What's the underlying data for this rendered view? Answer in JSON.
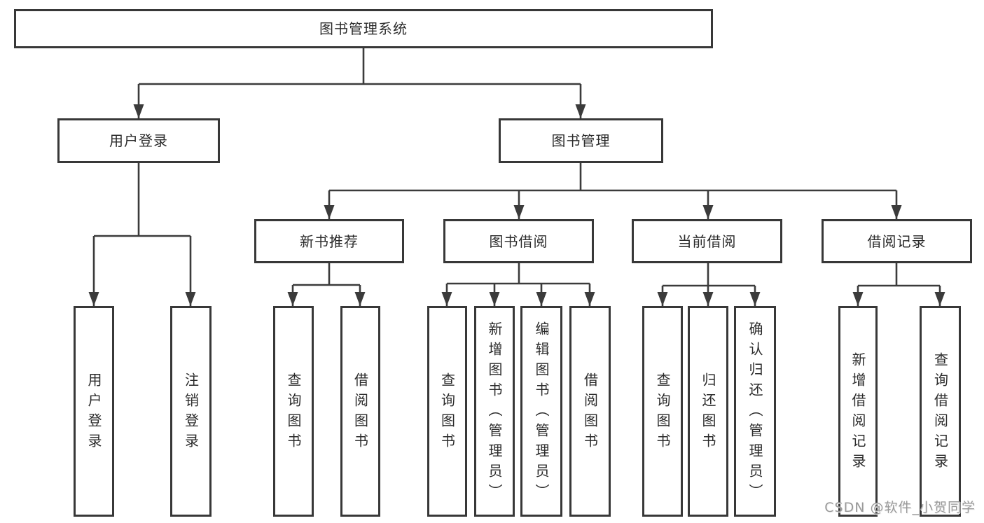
{
  "page": {
    "background": "#ffffff",
    "watermark": "CSDN @软件_小贺同学"
  },
  "colors": {
    "line": "#3b3b3b",
    "node_border": "#383838",
    "node_background": "#ffffff",
    "text": "#2b2b2b",
    "watermark_text": "#9a9a9a"
  },
  "diagram": {
    "type": "hierarchy-tree",
    "title": "图书管理系统"
  },
  "nodes": {
    "root": {
      "label": "图书管理系统",
      "children": [
        "user_login",
        "book_management"
      ]
    },
    "user_login": {
      "label": "用户登录",
      "children": [
        "user_login_leaf",
        "logout"
      ]
    },
    "book_management": {
      "label": "图书管理",
      "children": [
        "new_book_rec",
        "book_borrow",
        "current_borrow",
        "borrow_records"
      ]
    },
    "user_login_leaf": {
      "label": "用户登录",
      "children": []
    },
    "logout": {
      "label": "注销登录",
      "children": []
    },
    "new_book_rec": {
      "label": "新书推荐",
      "children": [
        "nbr_query_books",
        "nbr_borrow_books"
      ]
    },
    "book_borrow": {
      "label": "图书借阅",
      "children": [
        "bb_query_books",
        "bb_add_books",
        "bb_edit_books",
        "bb_borrow_books"
      ]
    },
    "current_borrow": {
      "label": "当前借阅",
      "children": [
        "cb_query_books",
        "cb_return_books",
        "cb_confirm_return"
      ]
    },
    "borrow_records": {
      "label": "借阅记录",
      "children": [
        "br_add_record",
        "br_query_record"
      ]
    },
    "nbr_query_books": {
      "label": "查询图书",
      "children": []
    },
    "nbr_borrow_books": {
      "label": "借阅图书",
      "children": []
    },
    "bb_query_books": {
      "label": "查询图书",
      "children": []
    },
    "bb_add_books": {
      "label": "新增图书（管理员）",
      "children": []
    },
    "bb_edit_books": {
      "label": "编辑图书（管理员）",
      "children": []
    },
    "bb_borrow_books": {
      "label": "借阅图书",
      "children": []
    },
    "cb_query_books": {
      "label": "查询图书",
      "children": []
    },
    "cb_return_books": {
      "label": "归还图书",
      "children": []
    },
    "cb_confirm_return": {
      "label": "确认归还（管理员）",
      "children": []
    },
    "br_add_record": {
      "label": "新增借阅记录",
      "children": []
    },
    "br_query_record": {
      "label": "查询借阅记录",
      "children": []
    }
  }
}
